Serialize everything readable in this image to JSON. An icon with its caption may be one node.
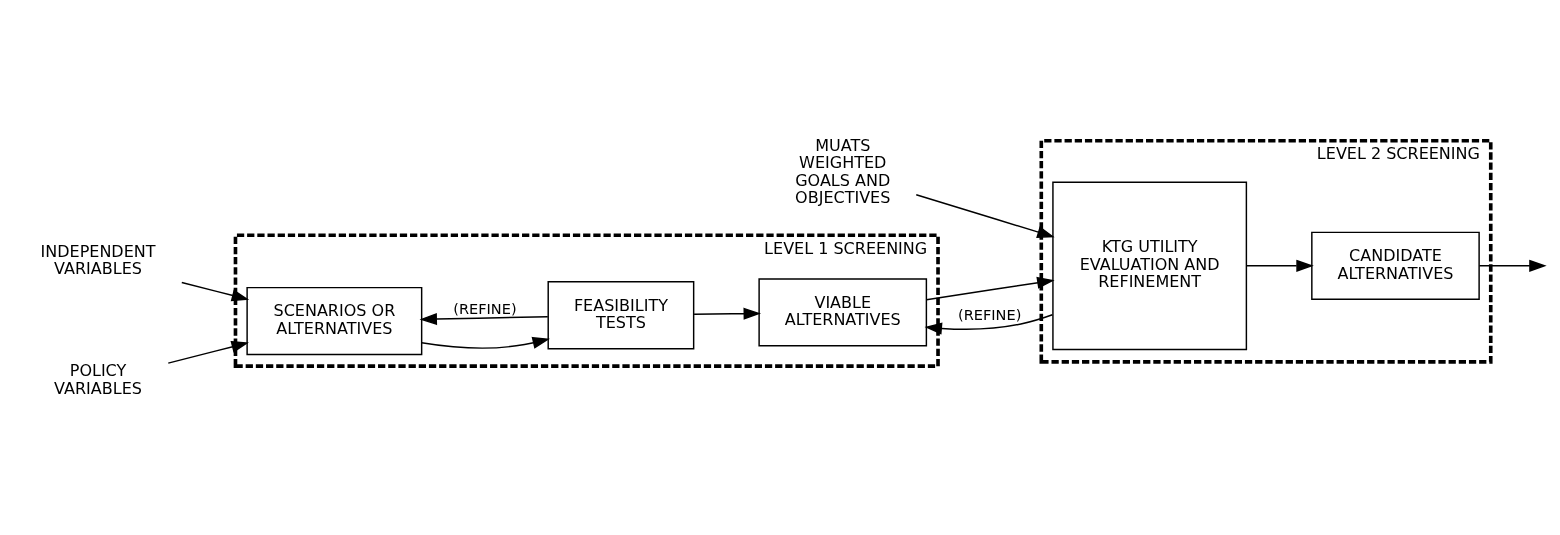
{
  "diagram": {
    "nodes": [
      {
        "text": [
          "LEVEL 1 SCREENING"
        ]
      },
      {
        "text": [
          "SCENARIOS OR ALTERNATIVES"
        ],
        "in": 0
      },
      {
        "text": [
          "FEASIBILITY TESTS"
        ],
        "in": 0
      },
      {
        "text": [
          "VIABLE ALTERNATIVES"
        ],
        "in": 0
      },
      {
        "text": [
          "LEVEL 2 SCREENING"
        ]
      },
      {
        "text": [
          "KTG UTILITY EVALUATION AND REFINEMENT"
        ],
        "in": 4
      },
      {
        "text": [
          "CANDIDATE ALTERNATIVES"
        ],
        "in": 4
      },
      {
        "text": [
          "MUATS WEIGHTED GOALS AND OBJECTIVES"
        ]
      },
      {
        "text": [
          "INDEPENDENT VARIABLES"
        ]
      },
      {
        "text": [
          "POLICY VARIABLES"
        ]
      }
    ],
    "edges": [
      {
        "from": 8,
        "to": 1,
        "arrow": "to"
      },
      {
        "from": 9,
        "to": 1,
        "arrow": "to"
      },
      {
        "from": 1,
        "to": 2,
        "arrow": "to"
      },
      {
        "from": 2,
        "to": 3,
        "arrow": "to"
      },
      {
        "from": 2,
        "to": 1,
        "arrow": "to",
        "label": "(REFINE)"
      },
      {
        "from": 3,
        "to": 5,
        "arrow": "to"
      },
      {
        "from": 7,
        "to": 5,
        "arrow": "to"
      },
      {
        "from": 5,
        "to": 6,
        "arrow": "to"
      },
      {
        "from": 5,
        "to": 3,
        "arrow": "to",
        "label": "(REFINE)"
      },
      {
        "from": 6,
        "to": null,
        "arrow": "to"
      }
    ]
  }
}
